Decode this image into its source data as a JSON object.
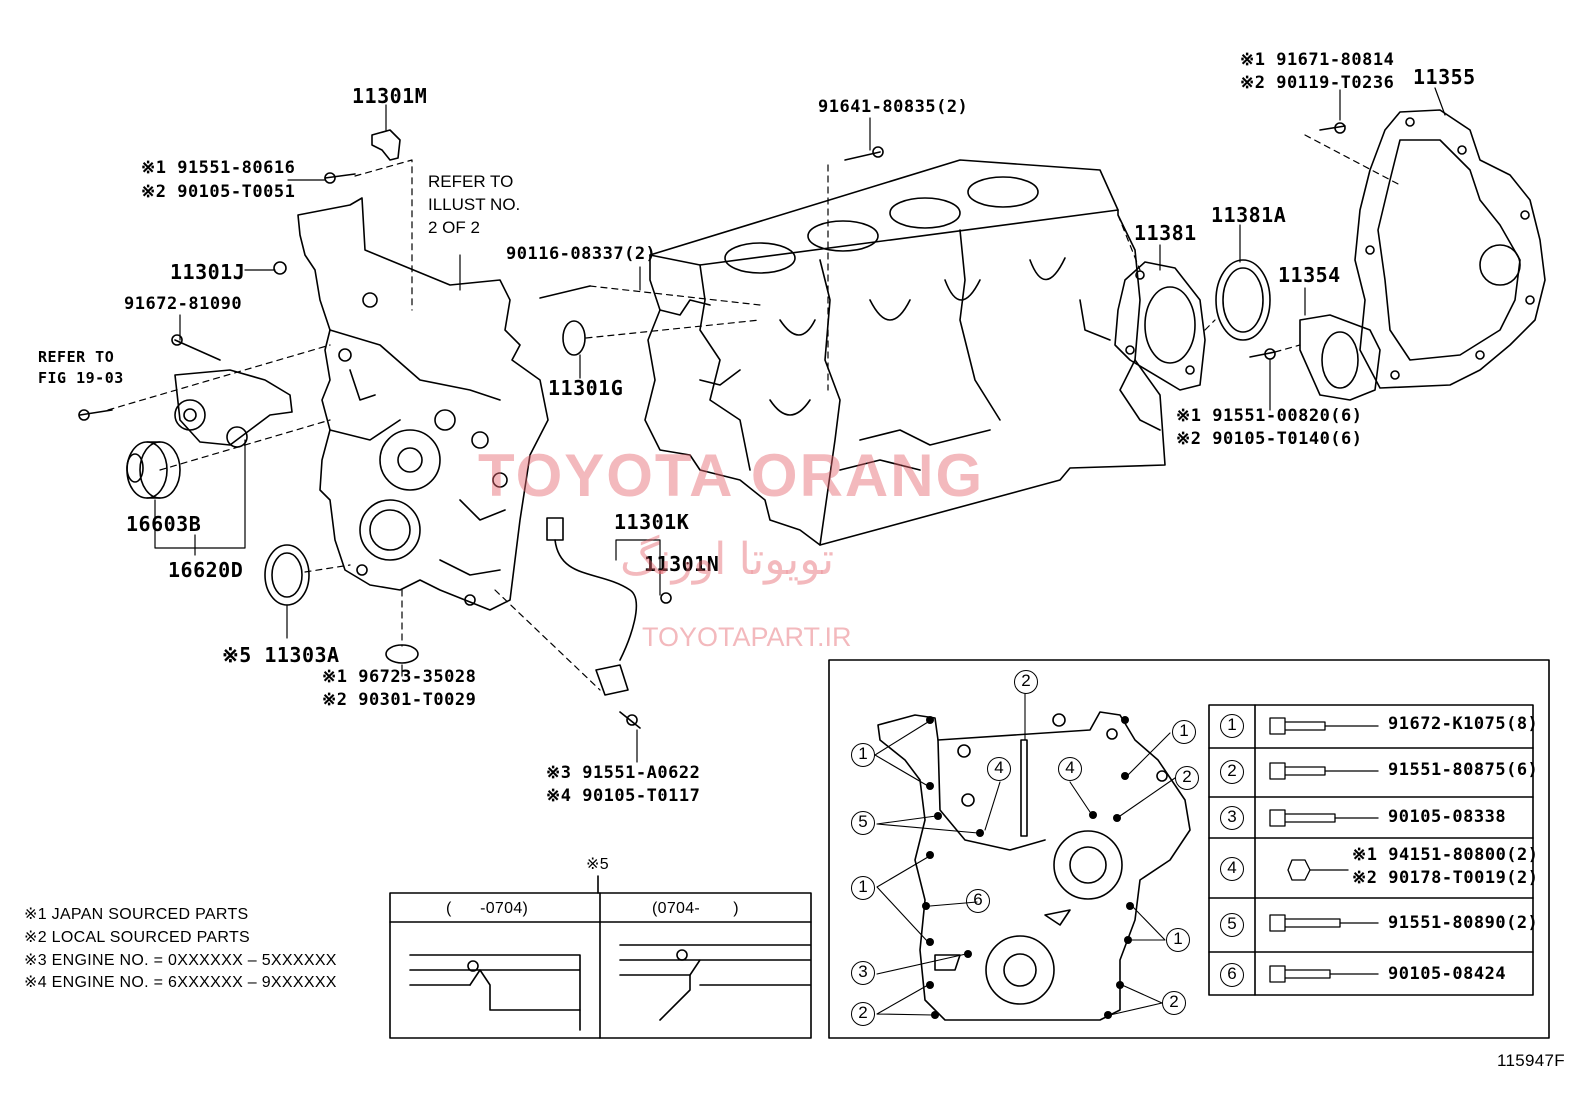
{
  "parts": {
    "p11301M": "11301M",
    "p91551_80616": "※1 91551-80616",
    "p90105_T0051": "※2 90105-T0051",
    "refer_illust_1": "REFER TO",
    "refer_illust_2": "ILLUST NO.",
    "refer_illust_3": "2 OF 2",
    "p91641": "91641-80835(2)",
    "p91671": "※1 91671-80814",
    "p90119": "※2 90119-T0236",
    "p11355": "11355",
    "p11301J": "11301J",
    "p90116": "90116-08337(2)",
    "p11381": "11381",
    "p11381A": "11381A",
    "p11354": "11354",
    "p91672_81090": "91672-81090",
    "refer_fig_1": "REFER TO",
    "refer_fig_2": "FIG 19-03",
    "p11301G": "11301G",
    "p91551_00820": "※1 91551-00820(6)",
    "p90105_T0140": "※2 90105-T0140(6)",
    "p16603B": "16603B",
    "p16620D": "16620D",
    "p11301K": "11301K",
    "p11301N": "11301N",
    "p11303A": "※5 11303A",
    "p96723": "※1 96723-35028",
    "p90301": "※2 90301-T0029",
    "p91551_A0622": "※3 91551-A0622",
    "p90105_T0117": "※4 90105-T0117"
  },
  "notes": [
    "※1 JAPAN SOURCED PARTS",
    "※2 LOCAL SOURCED PARTS",
    "※3 ENGINE NO. = 0XXXXXX – 5XXXXXX",
    "※4 ENGINE NO. = 6XXXXXX – 9XXXXXX"
  ],
  "seal_inset": {
    "mark": "※5",
    "col_left": "(      -0704)",
    "col_right": "(0704-       )"
  },
  "bolt_table": [
    {
      "num": "1",
      "part": "91672-K1075(8)"
    },
    {
      "num": "2",
      "part": "91551-80875(6)"
    },
    {
      "num": "3",
      "part": "90105-08338"
    },
    {
      "num": "4",
      "part": "※1 94151-80800(2)",
      "part2": "※2 90178-T0019(2)"
    },
    {
      "num": "5",
      "part": "91551-80890(2)"
    },
    {
      "num": "6",
      "part": "90105-08424"
    }
  ],
  "cover_callouts": [
    "1",
    "1",
    "2",
    "4",
    "4",
    "2",
    "5",
    "1",
    "6",
    "1",
    "3",
    "2",
    "2"
  ],
  "watermark": {
    "title": "TOYOTA ORANG",
    "persian": "تویوتا اورنگ",
    "url": "TOYOTAPART.IR"
  },
  "figure_id": "115947F",
  "colors": {
    "line": "#000000",
    "watermark": "#e5636d"
  }
}
